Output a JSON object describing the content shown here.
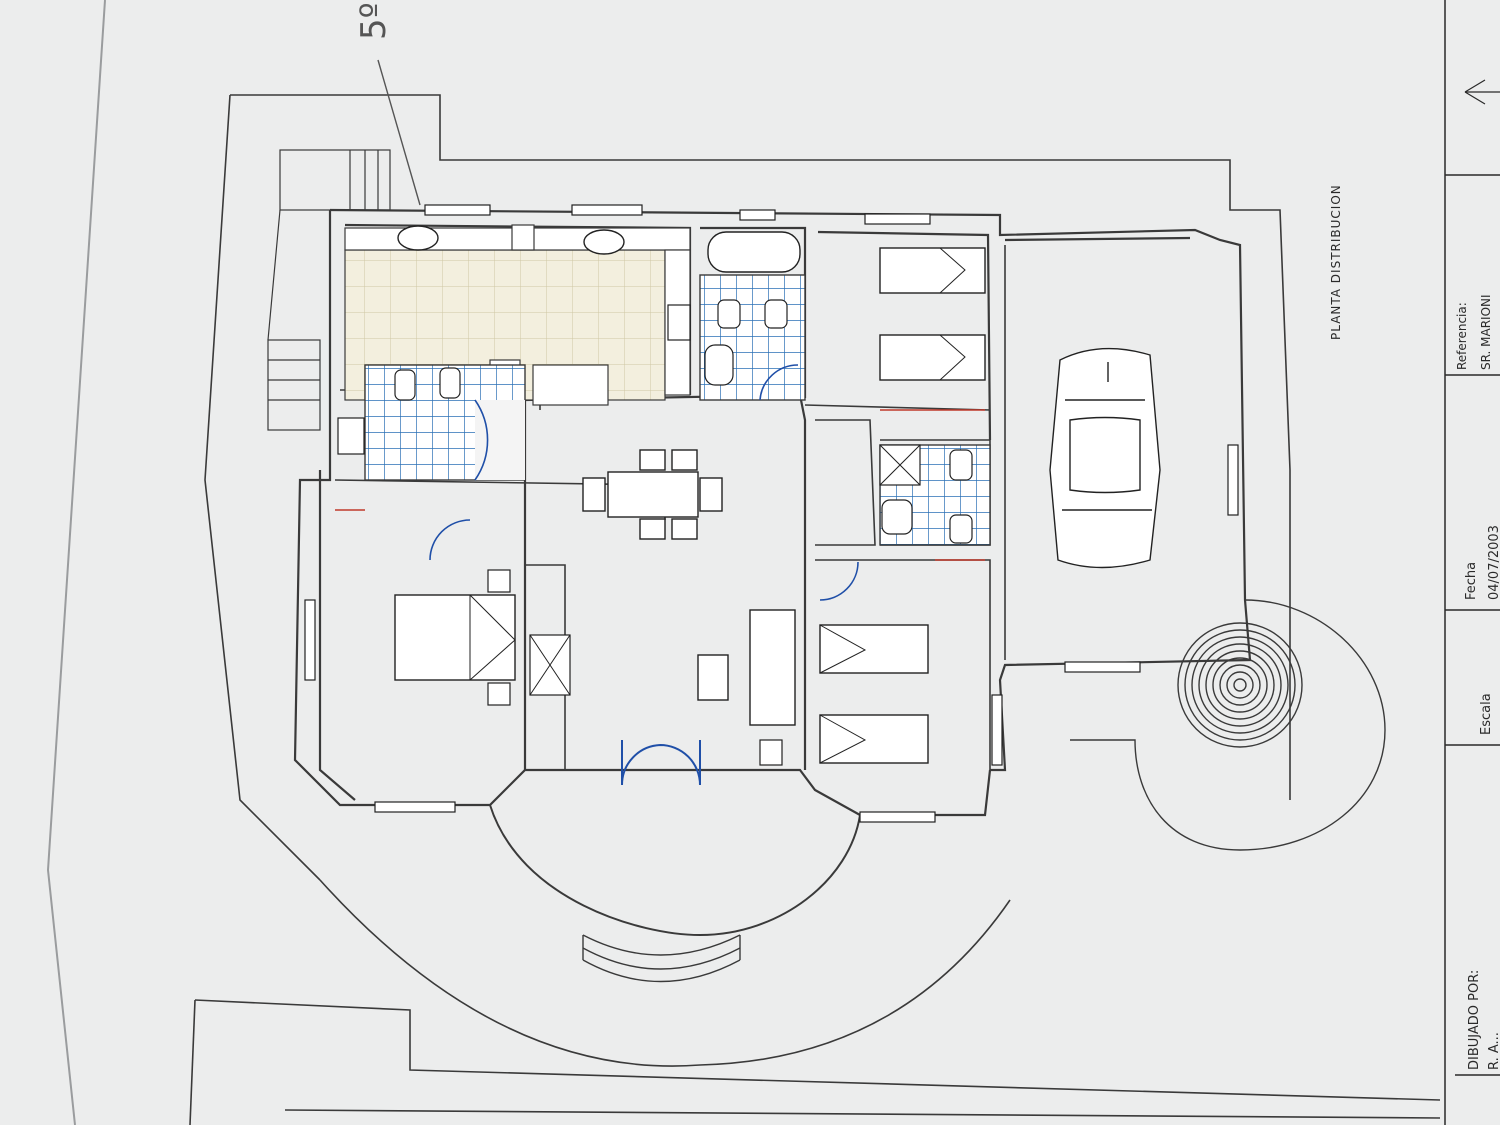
{
  "plan": {
    "title": "PLANTA DISTRIBUCION",
    "handwritten_note": "5º #"
  },
  "title_block": {
    "referencia_label": "Referencia:",
    "referencia_value": "SR. MARIONI",
    "fecha_label": "Fecha",
    "fecha_value": "04/07/2003",
    "escala_label": "Escala",
    "dibujado_label": "DIBUJADO POR:",
    "dibujado_value": "R. A..."
  },
  "colors": {
    "paper": "#eceded",
    "line": "#3a3a3a",
    "tile_blue": "#2a6fb5",
    "tile_beige": "#cfc7a4",
    "door_red": "#c0392b",
    "door_blue": "#1f4fa8"
  }
}
